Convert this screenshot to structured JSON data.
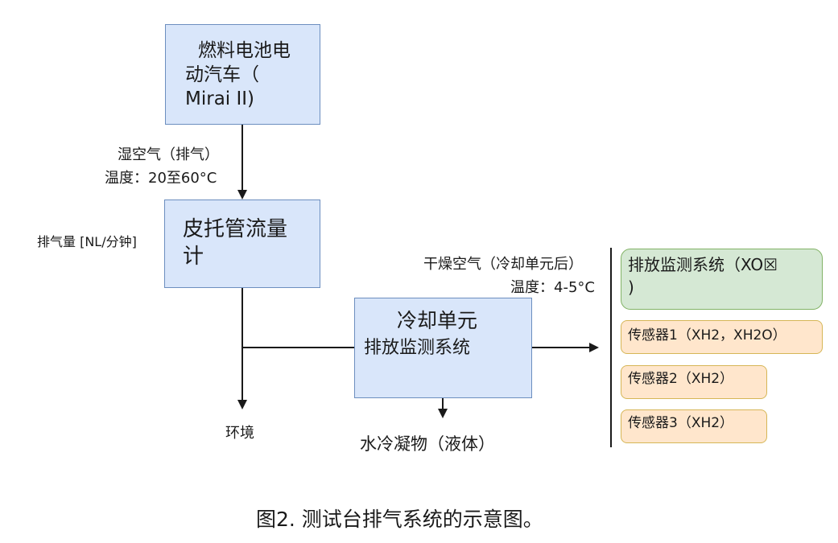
{
  "nodes": {
    "vehicle": {
      "line1": "燃料电池电",
      "line2": "动汽车（",
      "line3": "Mirai II)"
    },
    "flowmeter": {
      "line1": "皮托管流量",
      "line2": "计"
    },
    "cooling_unit": {
      "line1": "冷却单元",
      "line2": "排放监测系统"
    },
    "emission_system": {
      "line1": "排放监测系统（XO☒",
      "line2": ")"
    },
    "sensors": [
      {
        "label": "传感器1（XH2，XH2O）"
      },
      {
        "label": "传感器2（XH2）"
      },
      {
        "label": "传感器3（XH2）"
      }
    ]
  },
  "edge_labels": {
    "wet_air": "湿空气（排气）",
    "wet_air_temp": "温度：20至60°C",
    "exhaust_flow": "排气量 [NL/分钟]",
    "environment": "环境",
    "dry_air": "干燥空气（冷却单元后）",
    "dry_air_temp": "温度：4-5°C",
    "condensate": "水冷凝物（液体）"
  },
  "caption": "图2. 测试台排气系统的示意图。",
  "colors": {
    "process_box_fill": "#d9e6fa",
    "process_box_border": "#6c8ebf",
    "system_box_fill": "#d5e8d4",
    "system_box_border": "#82b366",
    "sensor_box_fill": "#ffe6cc",
    "sensor_box_border": "#d6b656"
  }
}
